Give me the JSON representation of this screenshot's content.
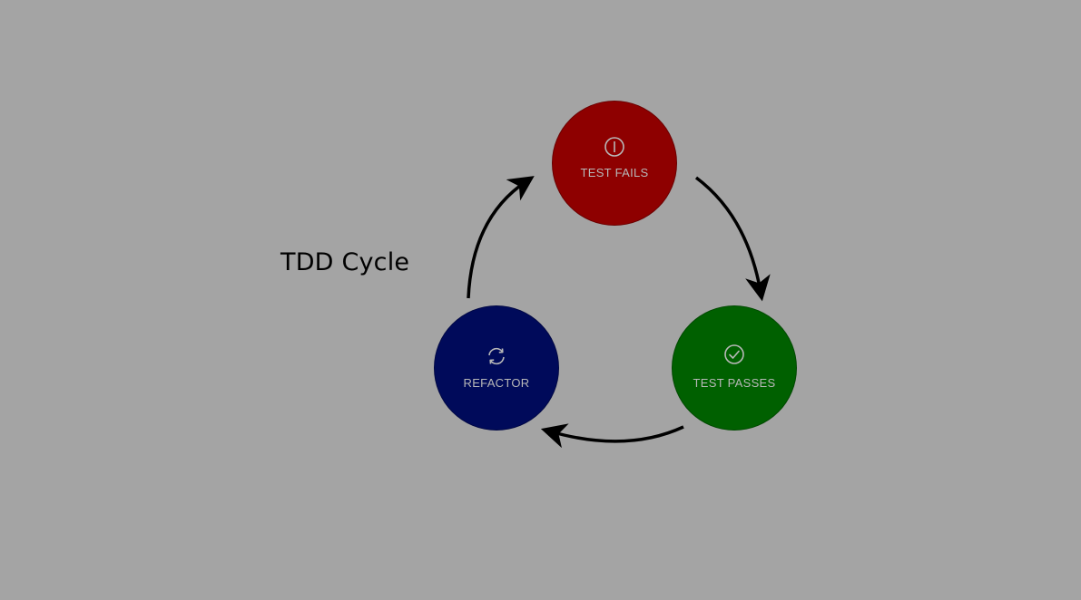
{
  "diagram": {
    "title": "TDD Cycle",
    "nodes": [
      {
        "id": "test-fails",
        "label": "TEST FAILS",
        "icon": "info-icon",
        "color": "#8e0000"
      },
      {
        "id": "test-passes",
        "label": "TEST PASSES",
        "icon": "check-circle-icon",
        "color": "#006000"
      },
      {
        "id": "refactor",
        "label": "REFACTOR",
        "icon": "refresh-icon",
        "color": "#000a5a"
      }
    ],
    "edges": [
      {
        "from": "test-fails",
        "to": "test-passes"
      },
      {
        "from": "test-passes",
        "to": "refactor"
      },
      {
        "from": "refactor",
        "to": "test-fails"
      }
    ]
  }
}
